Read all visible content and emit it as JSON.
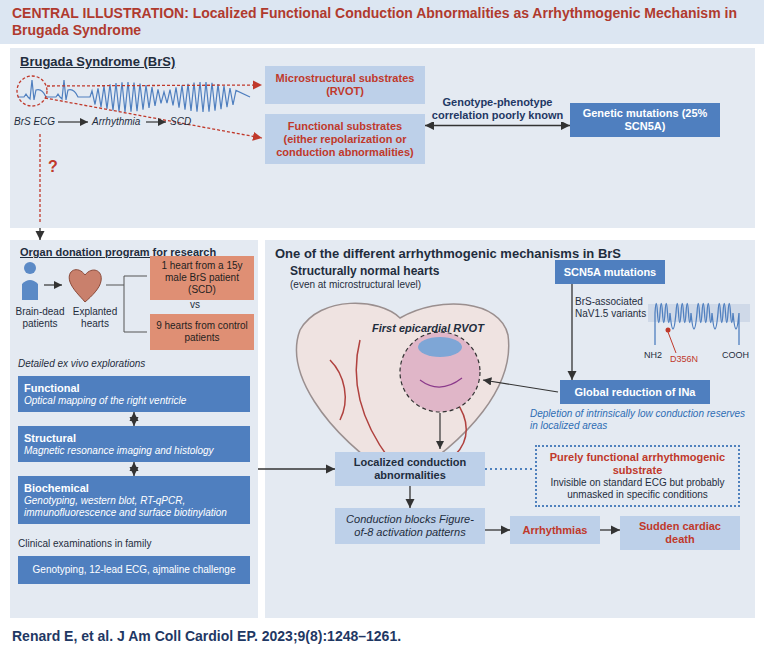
{
  "diagram": {
    "title": "CENTRAL ILLUSTRATION: Localized Functional Conduction Abnormalities as Arrhythmogenic Mechanism in Brugada Syndrome",
    "caption": "Renard E, et al. J Am Coll Cardiol EP. 2023;9(8):1248–1261.",
    "nodes": [
      {
        "text": [
          "Brugada Syndrome (BrS)"
        ]
      },
      {
        "text": [
          "Microstructural substrates (RVOT)"
        ],
        "in": 0
      },
      {
        "text": [
          "Functional substrates (either repolarization or conduction abnormalities)"
        ],
        "in": 0
      },
      {
        "text": [
          "Genetic mutations (25% SCN5A)"
        ],
        "in": 0
      },
      {
        "text": [
          "Organ donation program for research"
        ]
      },
      {
        "text": [
          "1 heart from a 15y male BrS patient (SCD)"
        ],
        "in": 4
      },
      {
        "text": [
          "9 hearts from control patients"
        ],
        "in": 4
      },
      {
        "text": [
          "Functional",
          "Optical mapping of the right ventricle"
        ],
        "in": 4
      },
      {
        "text": [
          "Structural",
          "Magnetic resonance imaging and histology"
        ],
        "in": 4
      },
      {
        "text": [
          "Biochemical",
          "Genotyping, western blot, RT-qPCR, immunofluorescence and surface biotinylation"
        ],
        "in": 4
      },
      {
        "text": [
          "Genotyping, 12-lead ECG, ajmaline challenge"
        ],
        "in": 4
      },
      {
        "text": [
          "One of the different arrhythmogenic mechanisms in BrS"
        ]
      },
      {
        "text": [
          "SCN5A mutations"
        ],
        "in": 11
      },
      {
        "text": [
          "Global reduction of INa"
        ],
        "in": 11
      },
      {
        "text": [
          "Localized conduction abnormalities"
        ],
        "in": 11
      },
      {
        "text": [
          "Purely functional arrhythmogenic substrate",
          "Invisible on standard ECG but probably unmasked in specific conditions"
        ],
        "in": 11
      },
      {
        "text": [
          "Conduction blocks Figure-of-8 activation patterns"
        ],
        "in": 11
      },
      {
        "text": [
          "Arrhythmias"
        ],
        "in": 11
      },
      {
        "text": [
          "Sudden cardiac death"
        ],
        "in": 11
      }
    ],
    "edges": [
      {
        "from": 2,
        "to": 3,
        "label": "Genotype-phenotype correlation poorly known",
        "arrow": "both"
      },
      {
        "from": 0,
        "to": 4,
        "arrow": "to"
      },
      {
        "from": 7,
        "to": 8,
        "arrow": "both"
      },
      {
        "from": 8,
        "to": 9,
        "arrow": "both"
      },
      {
        "from": 4,
        "to": 14,
        "arrow": "to"
      },
      {
        "from": 12,
        "to": 13,
        "arrow": "to"
      },
      {
        "from": 14,
        "to": 15,
        "arrow": "none"
      },
      {
        "from": 14,
        "to": 16,
        "arrow": "to"
      },
      {
        "from": 16,
        "to": 17,
        "arrow": "to"
      },
      {
        "from": 17,
        "to": 18,
        "arrow": "to"
      }
    ],
    "labels": [
      "BrS ECG",
      "Arrhythmia",
      "SCD",
      "?",
      "Brain-dead patients",
      "Explanted hearts",
      "vs",
      "Detailed ex vivo explorations",
      "Clinical examinations in family",
      "Structurally normal hearts",
      "(even at microstructural level)",
      "First epicardial RVOT",
      "BrS-associated NaV1.5 variants",
      "NH2",
      "D356N",
      "COOH",
      "Depletion of intrinsically low conduction reserves in localized areas"
    ]
  }
}
